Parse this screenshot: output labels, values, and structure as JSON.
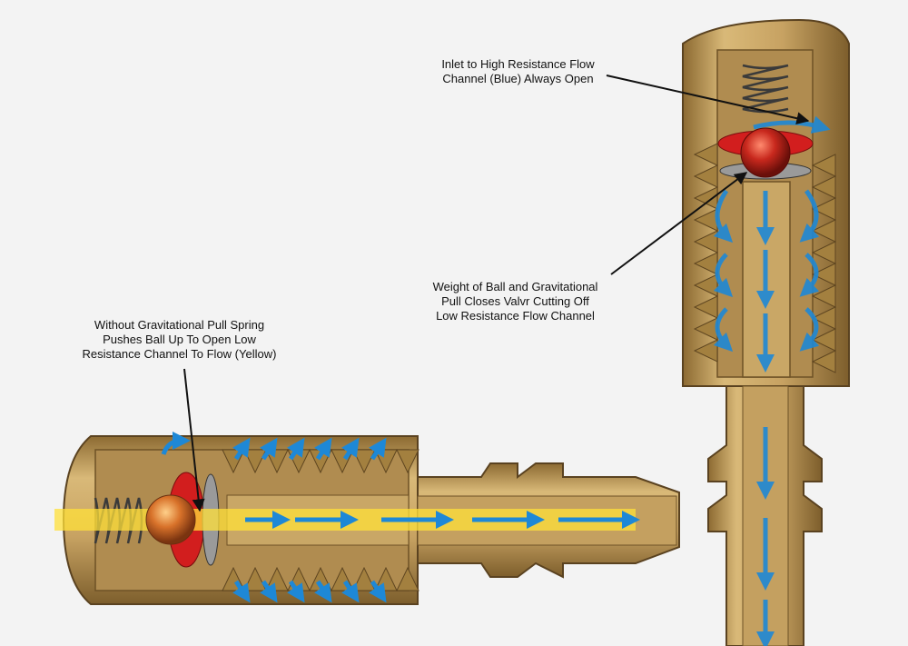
{
  "colors": {
    "background": "#f3f3f3",
    "brass_light": "#d8b777",
    "brass": "#c39d5c",
    "brass_dark": "#6e5226",
    "cavity": "#b18e52",
    "blue_flow": "#1e88d6",
    "yellow_flow": "#ffe03a",
    "ball_red": "#c8281d",
    "seal_red": "#d21e1e",
    "spring": "#3a3a3a"
  },
  "labels": {
    "top_right": {
      "lines": [
        "Inlet to High Resistance Flow",
        "Channel (Blue) Always Open"
      ]
    },
    "middle_right": {
      "lines": [
        "Weight of Ball and Gravitational",
        "Pull Closes Valvr Cutting Off",
        "Low Resistance Flow Channel"
      ]
    },
    "left": {
      "lines": [
        "Without Gravitational Pull Spring",
        "Pushes Ball Up To Open Low",
        "Resistance Channel To Flow (Yellow)"
      ]
    }
  },
  "icons": [
    "arrow-pointer",
    "spring",
    "ball",
    "flow-arrow"
  ]
}
